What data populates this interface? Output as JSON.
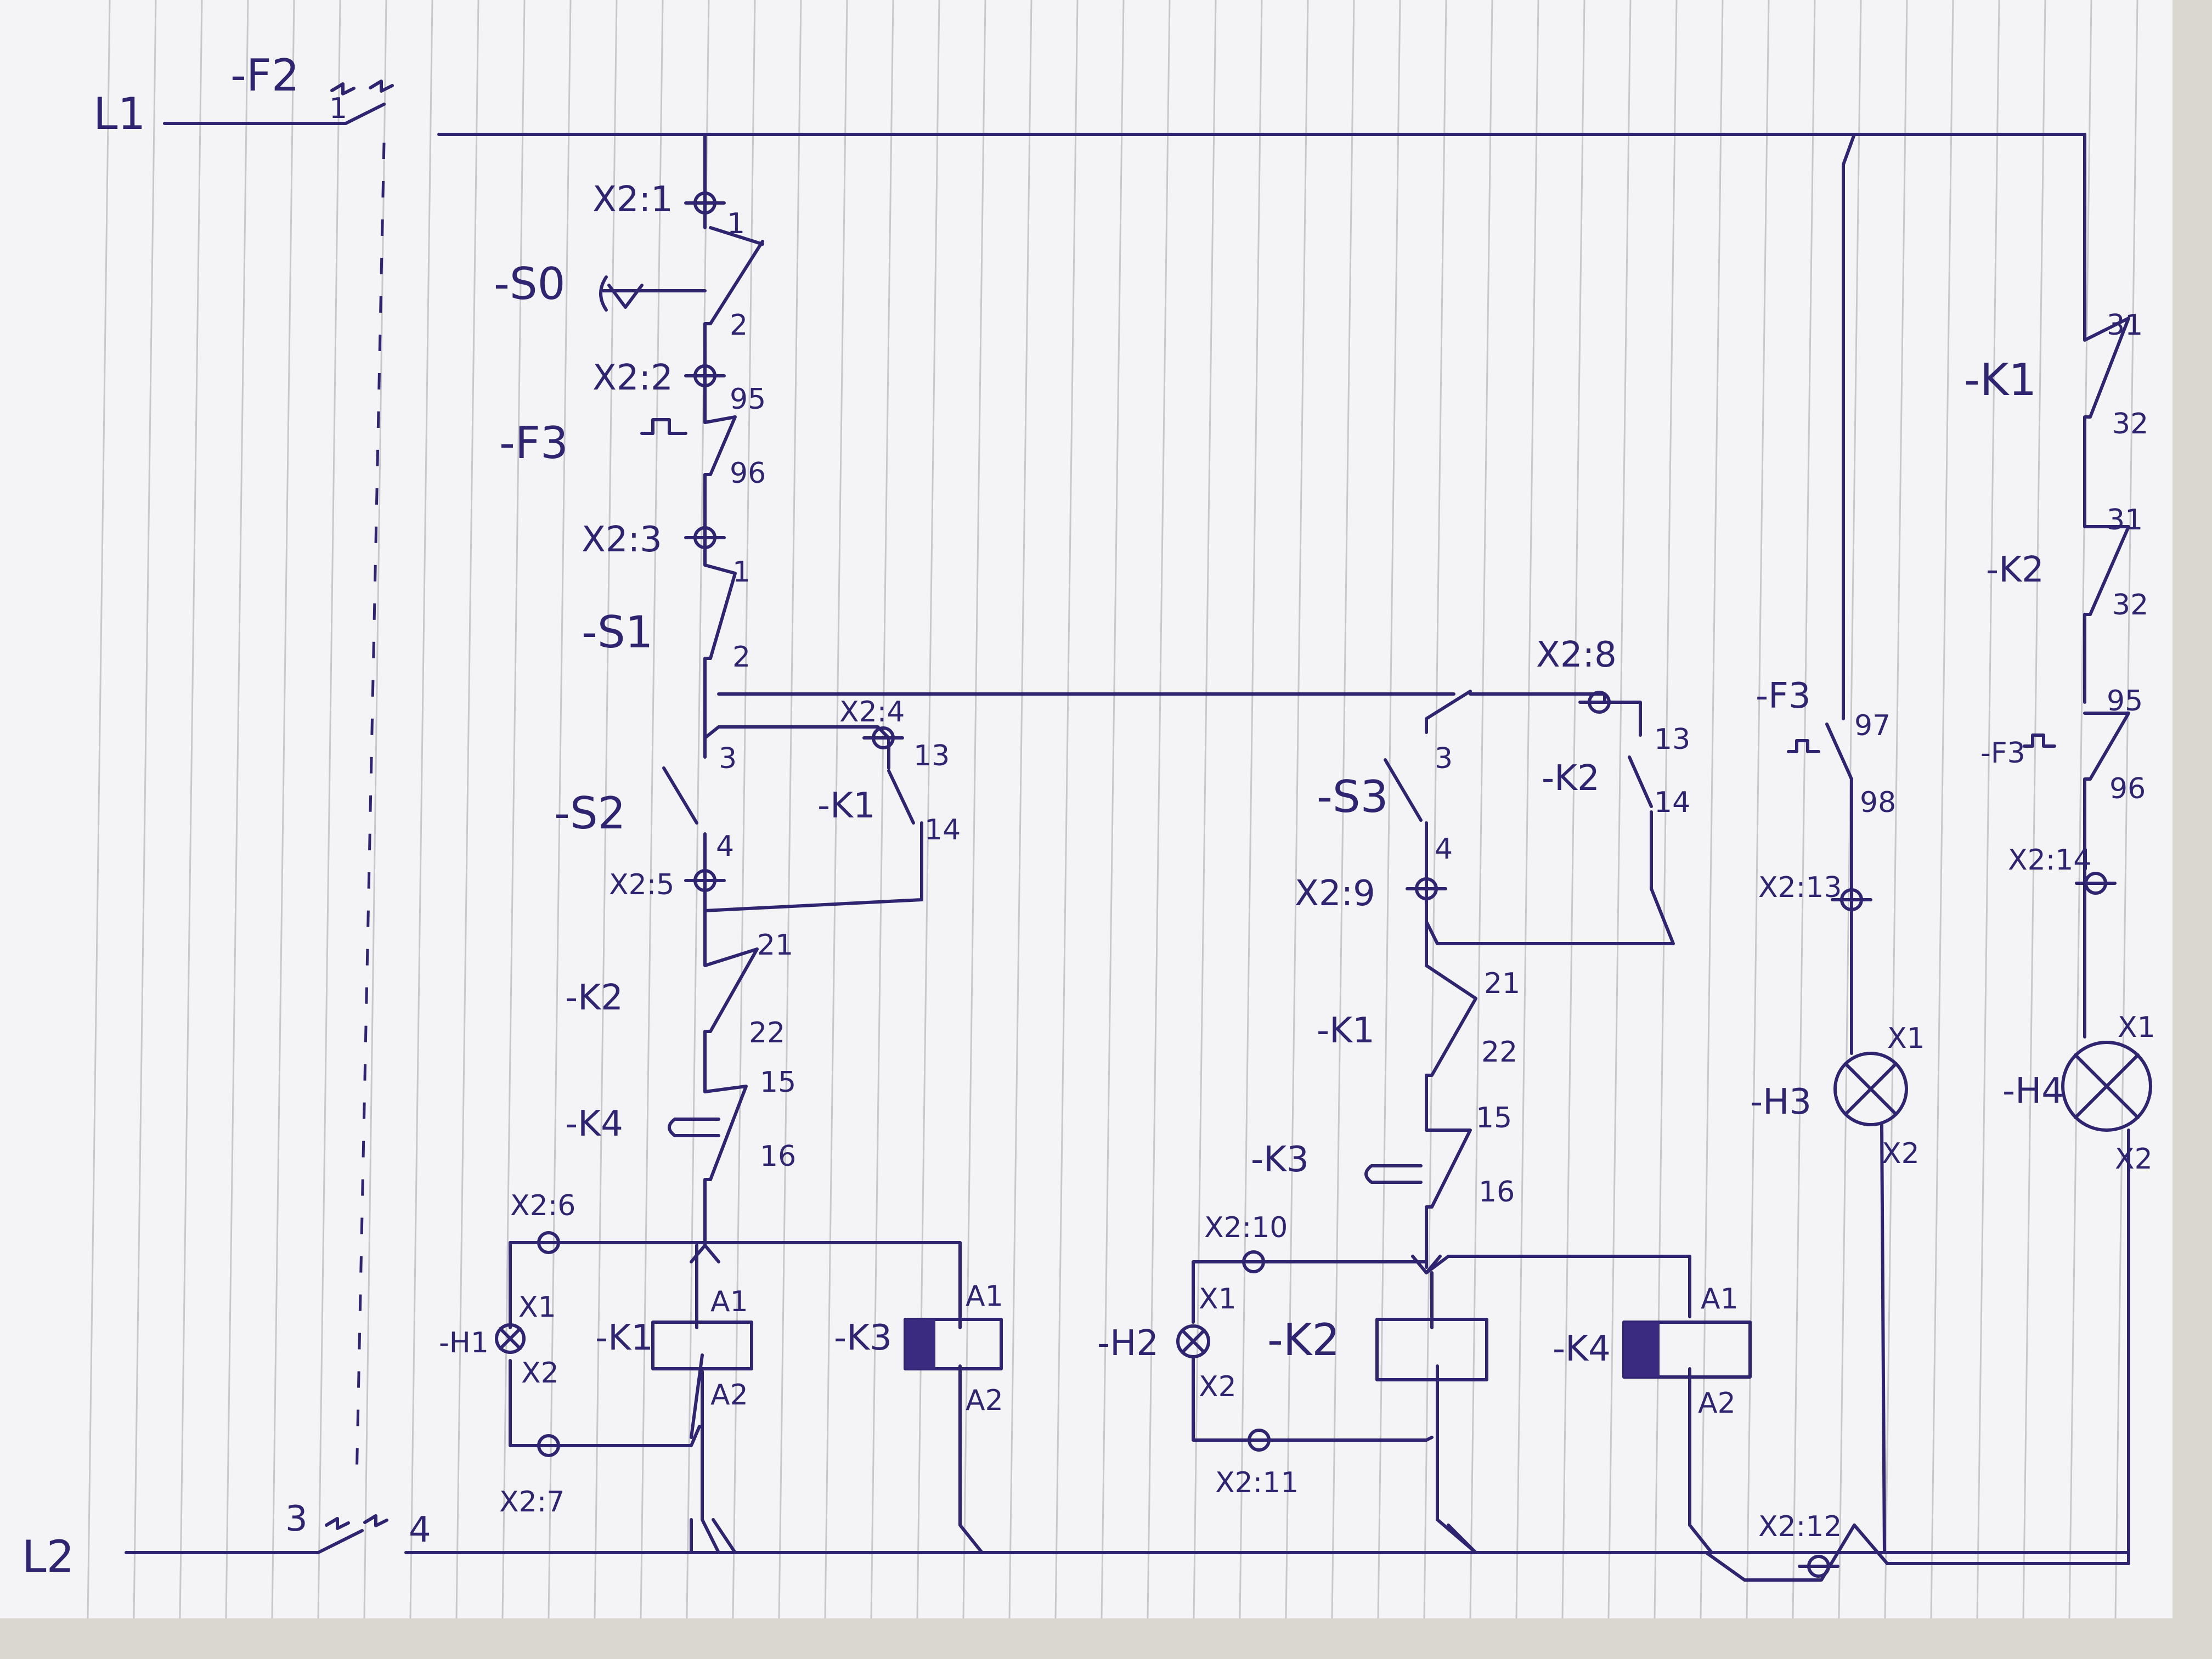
{
  "mains": {
    "l1": "L1",
    "l2": "L2"
  },
  "breaker": {
    "tag": "-F2",
    "t1": "1",
    "t3": "3",
    "t4": "4"
  },
  "terminals": {
    "x2_1": "X2:1",
    "x2_2": "X2:2",
    "x2_3": "X2:3",
    "x2_4": "X2:4",
    "x2_5": "X2:5",
    "x2_6": "X2:6",
    "x2_7": "X2:7",
    "x2_8": "X2:8",
    "x2_9": "X2:9",
    "x2_10": "X2:10",
    "x2_11": "X2:11",
    "x2_12": "X2:12",
    "x2_13": "X2:13",
    "x2_14": "X2:14"
  },
  "devices": {
    "s0": "-S0",
    "f3": "-F3",
    "s1": "-S1",
    "s2": "-S2",
    "s3": "-S3",
    "k1": "-K1",
    "k2": "-K2",
    "k3": "-K3",
    "k4": "-K4",
    "h1": "-H1",
    "h2": "-H2",
    "h3": "-H3",
    "h4": "-H4"
  },
  "pins": {
    "n1": "1",
    "n2": "2",
    "n3": "3",
    "n4": "4",
    "n13": "13",
    "n14": "14",
    "n15": "15",
    "n16": "16",
    "n21": "21",
    "n22": "22",
    "n31": "31",
    "n32": "32",
    "n95": "95",
    "n96": "96",
    "n97": "97",
    "n98": "98",
    "a1": "A1",
    "a2": "A2",
    "x1": "X1",
    "x2": "X2"
  }
}
